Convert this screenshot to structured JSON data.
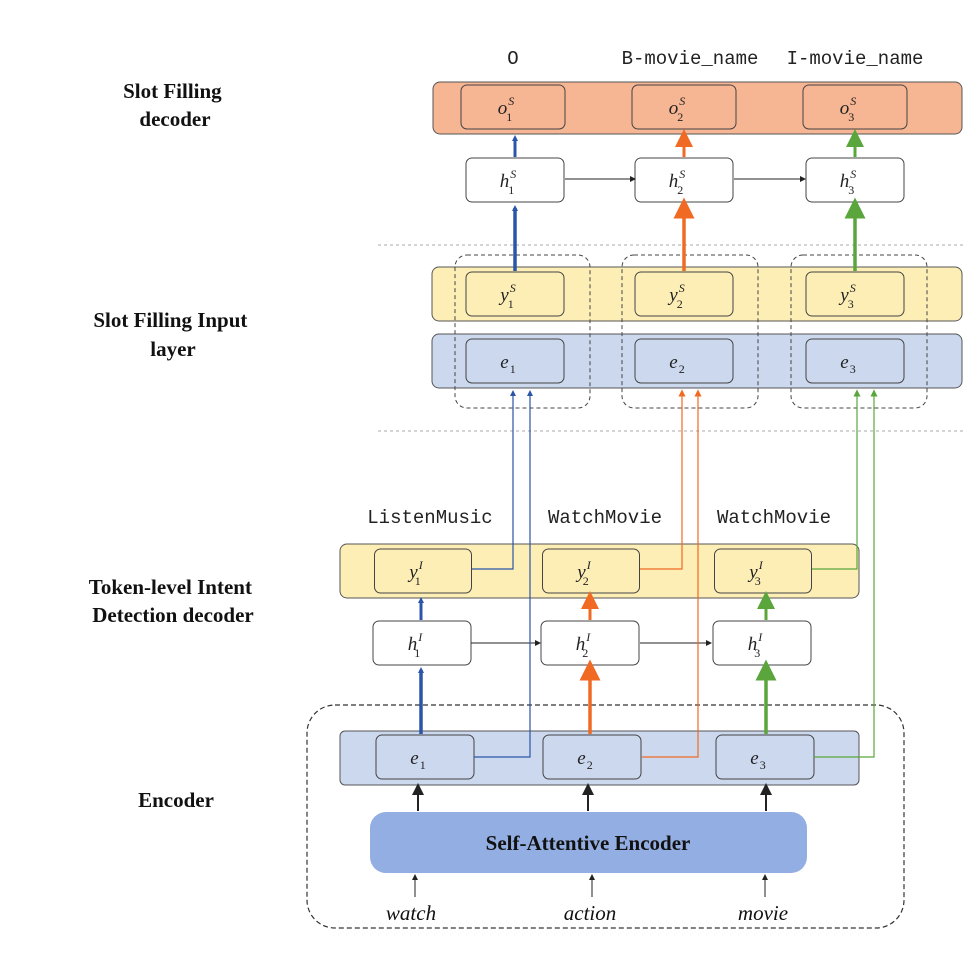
{
  "section_labels": {
    "slot_filling_decoder": [
      "Slot Filling",
      "decoder"
    ],
    "slot_filling_input": [
      "Slot Filling Input",
      "layer"
    ],
    "intent_decoder": [
      "Token-level Intent",
      "Detection decoder"
    ],
    "encoder": [
      "Encoder"
    ]
  },
  "slot_outputs": [
    "O",
    "B-movie_name",
    "I-movie_name"
  ],
  "intent_outputs": [
    "ListenMusic",
    "WatchMovie",
    "WatchMovie"
  ],
  "words": [
    "watch",
    "action",
    "movie"
  ],
  "encoder_box": "Self-Attentive Encoder",
  "nodes": {
    "o": {
      "base": "o",
      "sup": "S"
    },
    "hS": {
      "base": "h",
      "sup": "S"
    },
    "yS": {
      "base": "y",
      "sup": "S"
    },
    "e": {
      "base": "e",
      "sup": ""
    },
    "yI": {
      "base": "y",
      "sup": "I"
    },
    "hI": {
      "base": "h",
      "sup": "I"
    }
  },
  "indices": [
    "1",
    "2",
    "3"
  ],
  "colors": {
    "blue": "#2b55a8",
    "orange": "#f06a24",
    "green": "#5aa63c",
    "orange_band": "#f6b593",
    "yellow_band": "#fdeeb6",
    "blue_band": "#ccd8ee",
    "encoder_box": "#93aee2"
  }
}
